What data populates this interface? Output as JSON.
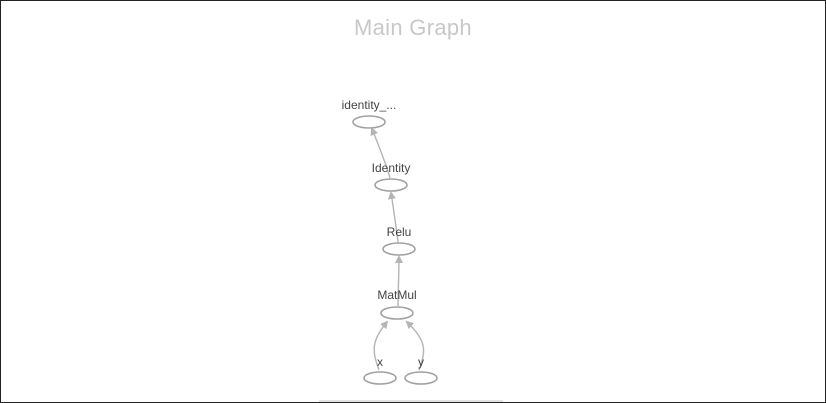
{
  "graph": {
    "title": "Main Graph",
    "nodes": [
      {
        "id": "identity_out",
        "label": "identity_..."
      },
      {
        "id": "identity",
        "label": "Identity"
      },
      {
        "id": "relu",
        "label": "Relu"
      },
      {
        "id": "matmul",
        "label": "MatMul"
      },
      {
        "id": "x",
        "label": "x"
      },
      {
        "id": "y",
        "label": "y"
      }
    ],
    "edges": [
      {
        "from": "x",
        "to": "matmul"
      },
      {
        "from": "y",
        "to": "matmul"
      },
      {
        "from": "matmul",
        "to": "relu"
      },
      {
        "from": "relu",
        "to": "identity"
      },
      {
        "from": "identity",
        "to": "identity_out"
      }
    ],
    "colors": {
      "title": "#c8c8c8",
      "node_stroke": "#a0a0a0",
      "edge": "#b4b4b4",
      "label": "#444444"
    }
  }
}
